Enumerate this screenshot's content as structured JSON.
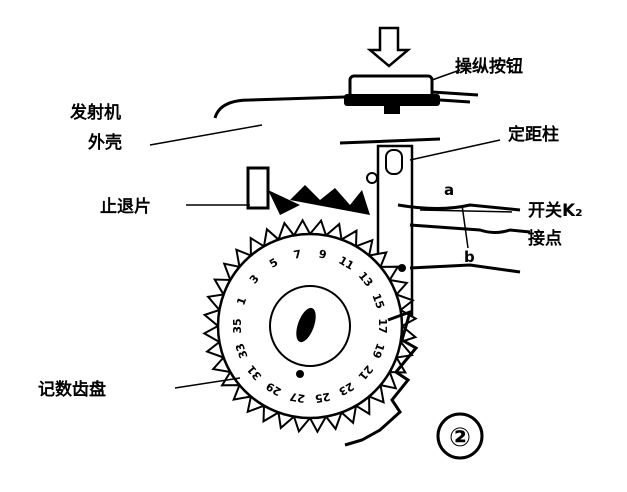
{
  "labels": {
    "button": "操纵按钮",
    "shell_line1": "发射机",
    "shell_line2": "外壳",
    "post": "定距柱",
    "stop": "止退片",
    "switch_line1": "开关K₂",
    "switch_line2": "接点",
    "dial": "记数齿盘",
    "contact_a": "a",
    "contact_b": "b",
    "figure_number": "②"
  },
  "dial_numbers": [
    "35",
    "1",
    "3",
    "5",
    "7",
    "9",
    "11",
    "13",
    "15",
    "17",
    "19",
    "21",
    "23",
    "25",
    "27",
    "29",
    "31",
    "33"
  ]
}
